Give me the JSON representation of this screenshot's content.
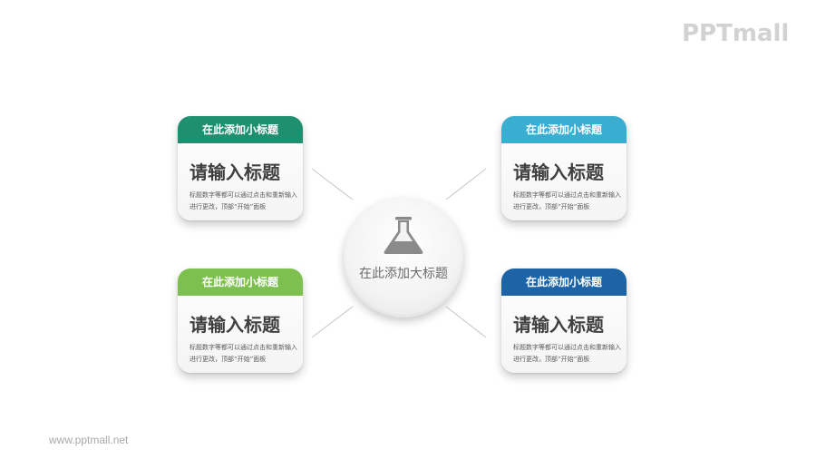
{
  "logo": "PPTmall",
  "footer_url": "www.pptmall.net",
  "center": {
    "icon": "flask-icon",
    "title": "在此添加大标题"
  },
  "cards": [
    {
      "subtitle": "在此添加小标题",
      "title": "请输入标题",
      "text": "标题数字等都可以通过点击和重新输入进行更改，顶部“开始”面板",
      "color": "#1e9070"
    },
    {
      "subtitle": "在此添加小标题",
      "title": "请输入标题",
      "text": "标题数字等都可以通过点击和重新输入进行更改，顶部“开始”面板",
      "color": "#3aaed0"
    },
    {
      "subtitle": "在此添加小标题",
      "title": "请输入标题",
      "text": "标题数字等都可以通过点击和重新输入进行更改，顶部“开始”面板",
      "color": "#7ec050"
    },
    {
      "subtitle": "在此添加小标题",
      "title": "请输入标题",
      "text": "标题数字等都可以通过点击和重新输入进行更改，顶部“开始”面板",
      "color": "#1c64a6"
    }
  ]
}
